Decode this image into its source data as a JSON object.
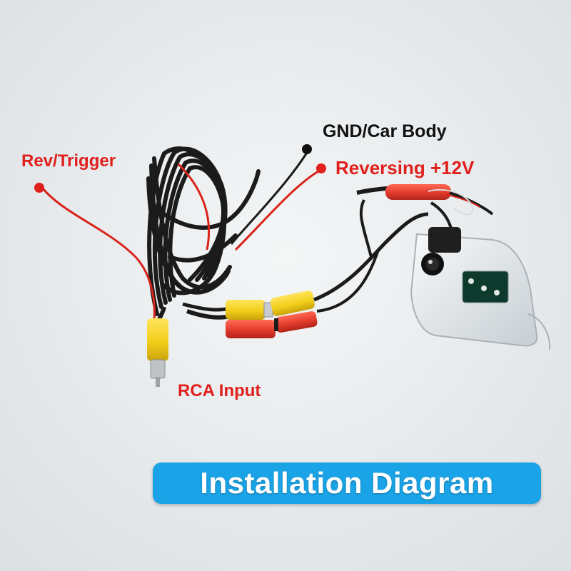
{
  "colors": {
    "background": "#e9ecee",
    "red_label": "#e0201c",
    "black_label": "#111111",
    "banner_fill": "#1aa3e6",
    "banner_text": "#ffffff",
    "rca_yellow": "#f2cf1a",
    "plug_red": "#e23b2c",
    "cable_black": "#1b1b1b",
    "wire_red": "#d9241c"
  },
  "labels": {
    "rev_trigger": "Rev/Trigger",
    "gnd": "GND/Car Body",
    "reversing": "Reversing +12V",
    "rca": "RCA Input"
  },
  "banner": {
    "title": "Installation Diagram"
  },
  "icons": {
    "rev_trigger_dot": "red-dot-icon",
    "gnd_dot": "black-dot-icon",
    "reversing_dot": "red-dot-icon"
  }
}
